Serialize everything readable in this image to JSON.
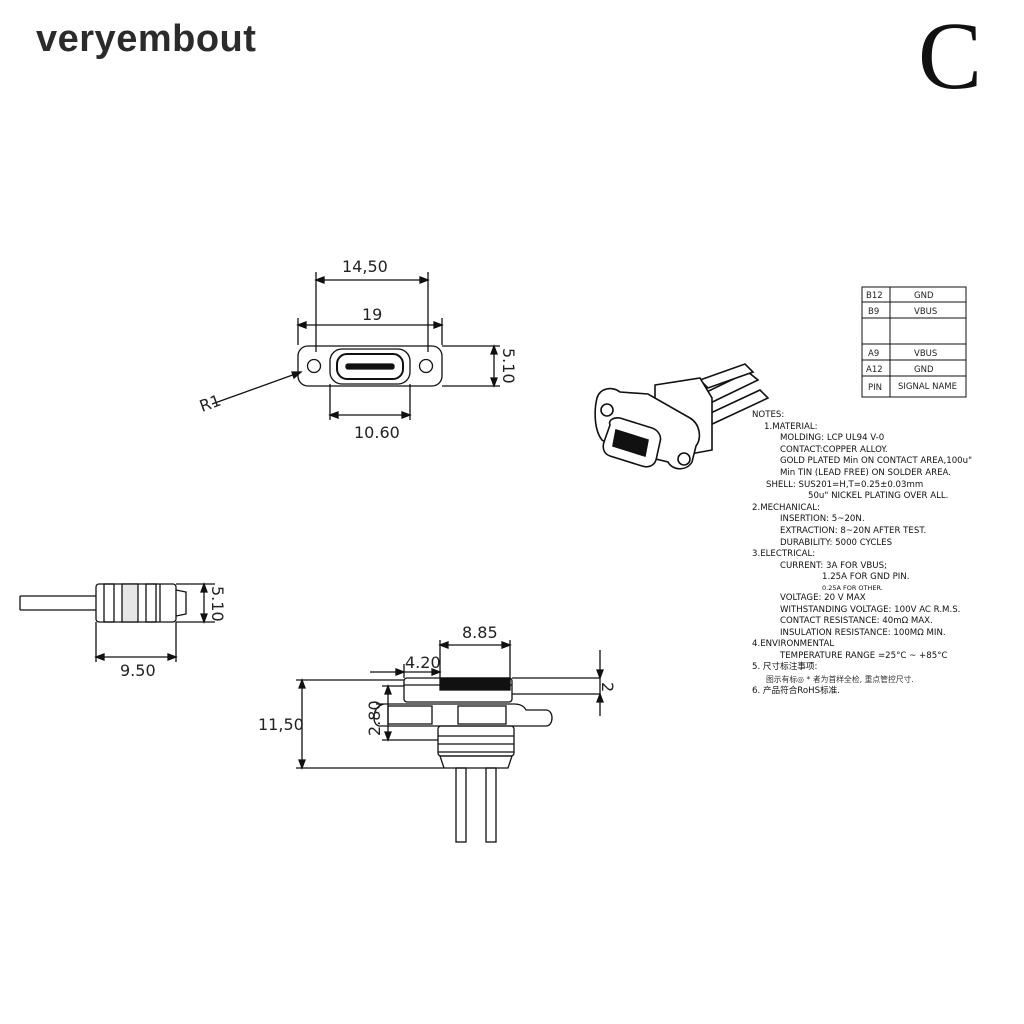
{
  "header": {
    "brand": "veryembout",
    "variant": "C"
  },
  "dimensions": {
    "top_view": {
      "outer_width": "14,50",
      "hole_pitch": "19",
      "height": "5.10",
      "radius": "R1",
      "opening_width": "10.60"
    },
    "side_view": {
      "height": "5.10",
      "length": "9.50"
    },
    "front_view": {
      "width": "8.85",
      "offset": "4.20",
      "total_height": "11,50",
      "flange_height": "2.80",
      "top_thickness": "2"
    }
  },
  "pin_table": {
    "rows": [
      {
        "pin": "B12",
        "signal": "GND"
      },
      {
        "pin": "B9",
        "signal": "VBUS"
      },
      {
        "pin": "",
        "signal": ""
      },
      {
        "pin": "A9",
        "signal": "VBUS"
      },
      {
        "pin": "A12",
        "signal": "GND"
      },
      {
        "pin": "PIN",
        "signal": "SIGNAL NAME"
      }
    ]
  },
  "notes": {
    "title": "NOTES:",
    "material": "1.MATERIAL:",
    "molding": "MOLDING: LCP UL94 V-0",
    "contact": "CONTACT:COPPER ALLOY.",
    "gold": "GOLD PLATED Min ON CONTACT AREA,100u\"",
    "tin": "Min TIN (LEAD FREE) ON SOLDER AREA.",
    "shell": "SHELL: SUS201=H,T=0.25±0.03mm",
    "nickel": "50u\" NICKEL PLATING OVER ALL.",
    "mechanical": "2.MECHANICAL:",
    "insertion": "INSERTION: 5~20N.",
    "extraction": "EXTRACTION: 8~20N AFTER TEST.",
    "durability": "DURABILITY: 5000 CYCLES",
    "electrical": "3.ELECTRICAL:",
    "current": "CURRENT: 3A FOR VBUS;",
    "current_gnd": "1.25A FOR GND PIN.",
    "current_other": "0.25A FOR OTHER.",
    "voltage": "VOLTAGE: 20 V MAX",
    "withstanding": "WITHSTANDING VOLTAGE: 100V AC R.M.S.",
    "contact_res": "CONTACT RESISTANCE: 40mΩ MAX.",
    "insulation": "INSULATION RESISTANCE: 100MΩ MIN.",
    "environmental": "4.ENVIRONMENTAL",
    "temperature": "TEMPERATURE RANGE =25°C ~ +85°C",
    "note5": "5. 尺寸标注事项:",
    "note5b": "图示有标◎ * 者为首样全检, 重点管控尺寸.",
    "note6": "6. 产品符合RoHS标准."
  }
}
